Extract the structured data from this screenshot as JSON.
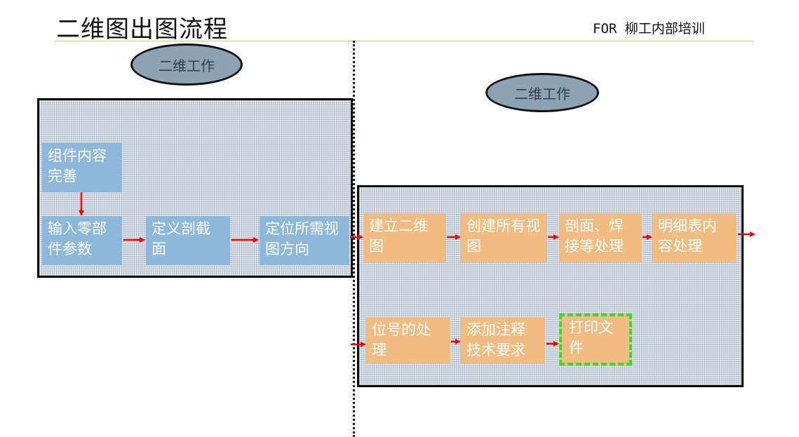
{
  "header": {
    "title": "二维图出图流程",
    "subtitle": "FOR 柳工内部培训"
  },
  "sections": [
    {
      "label": "二维工作"
    },
    {
      "label": "二维工作"
    }
  ],
  "steps": [
    {
      "text": "组件内容完善"
    },
    {
      "text": "输入零部件参数"
    },
    {
      "text": "定义剖截面"
    },
    {
      "text": "定位所需视图方向"
    },
    {
      "text": "建立二维图"
    },
    {
      "text": "创建所有视图"
    },
    {
      "text": "剖面、焊接等处理"
    },
    {
      "text": "明细表内容处理"
    },
    {
      "text": "位号的处理"
    },
    {
      "text": "添加注释技术要求"
    },
    {
      "text": "打印文件"
    }
  ],
  "colors": {
    "left_box": "#8eb7dc",
    "right_box": "#f2bc80",
    "arrow": "#ff0000",
    "highlight_border": "#2fdc2f",
    "ellipse_fill": "#8da3b3"
  }
}
